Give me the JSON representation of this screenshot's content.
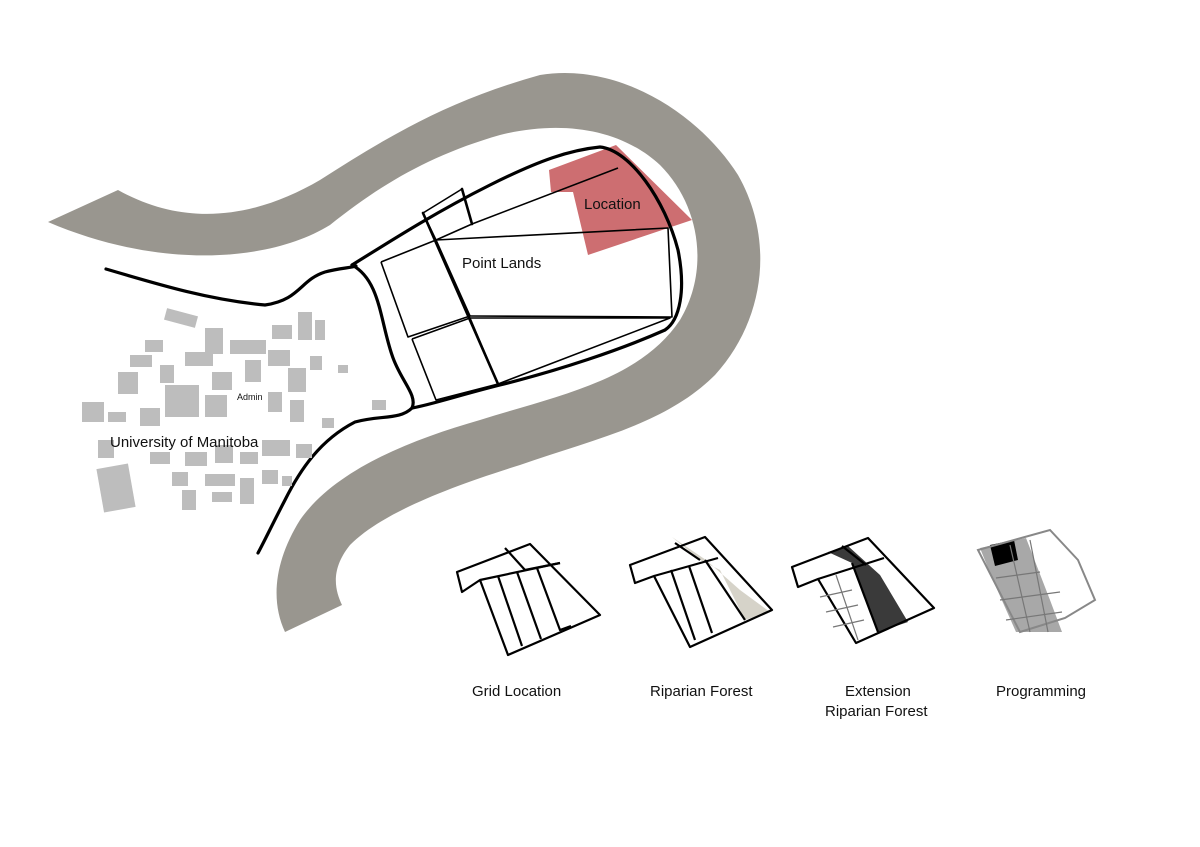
{
  "map": {
    "labels": {
      "location": "Location",
      "point_lands": "Point Lands",
      "admin": "Admin",
      "university": "University of Manitoba"
    },
    "colors": {
      "river": "#99968f",
      "location_highlight": "#cd6e71",
      "buildings": "#bdbdbd"
    }
  },
  "thumbnails": [
    {
      "id": "grid-location",
      "label_lines": [
        "Grid Location"
      ]
    },
    {
      "id": "riparian-forest",
      "label_lines": [
        "Riparian Forest"
      ]
    },
    {
      "id": "extension-riparian-forest",
      "label_lines": [
        "Extension",
        "Riparian Forest"
      ]
    },
    {
      "id": "programming",
      "label_lines": [
        "Programming"
      ]
    }
  ],
  "thumbnail_colors": {
    "riparian": "#d6d3c9",
    "extension": "#3a3a3a",
    "programming_band": "#a8a8a8",
    "programming_block": "#000000"
  }
}
